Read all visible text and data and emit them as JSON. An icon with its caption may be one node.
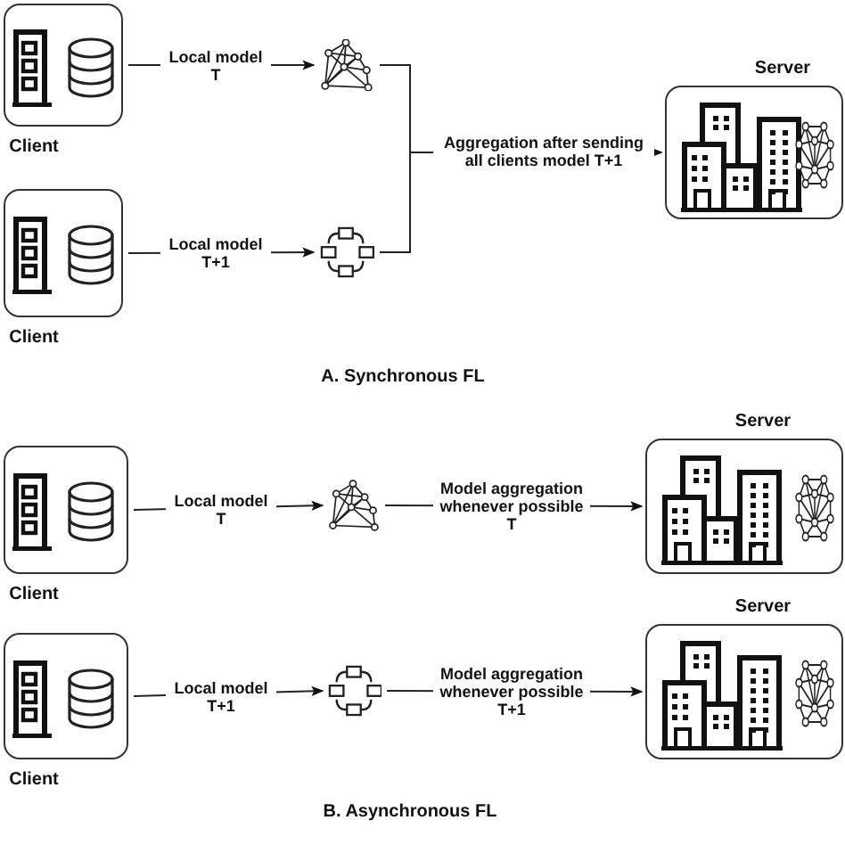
{
  "diagram": {
    "nodes": [
      {
        "text": [
          "Client"
        ]
      },
      {
        "text": [],
        "shape": "network"
      },
      {
        "text": [
          "Client"
        ]
      },
      {
        "text": [],
        "shape": "network"
      },
      {
        "text": [
          "Server"
        ]
      },
      {
        "text": [
          "Client"
        ]
      },
      {
        "text": [],
        "shape": "network"
      },
      {
        "text": [
          "Server"
        ]
      },
      {
        "text": [
          "Client"
        ]
      },
      {
        "text": [],
        "shape": "network"
      },
      {
        "text": [
          "Server"
        ]
      }
    ],
    "edges": [
      {
        "from": 0,
        "to": 1,
        "arrow": "to",
        "label": "Local model T"
      },
      {
        "from": 2,
        "to": 3,
        "arrow": "to",
        "label": "Local model T+1"
      },
      {
        "from": 1,
        "to": 4,
        "arrow": "to",
        "label": "Aggregation after sending all clients model T+1"
      },
      {
        "from": 3,
        "to": 4,
        "arrow": "to"
      },
      {
        "from": 5,
        "to": 6,
        "arrow": "to",
        "label": "Local model T"
      },
      {
        "from": 6,
        "to": 7,
        "arrow": "to",
        "label": "Model aggregation whenever possible T"
      },
      {
        "from": 8,
        "to": 9,
        "arrow": "to",
        "label": "Local model T+1"
      },
      {
        "from": 9,
        "to": 10,
        "arrow": "to",
        "label": "Model aggregation whenever possible T+1"
      }
    ],
    "labels": [
      "A. Synchronous FL",
      "B. Asynchronous FL"
    ]
  }
}
